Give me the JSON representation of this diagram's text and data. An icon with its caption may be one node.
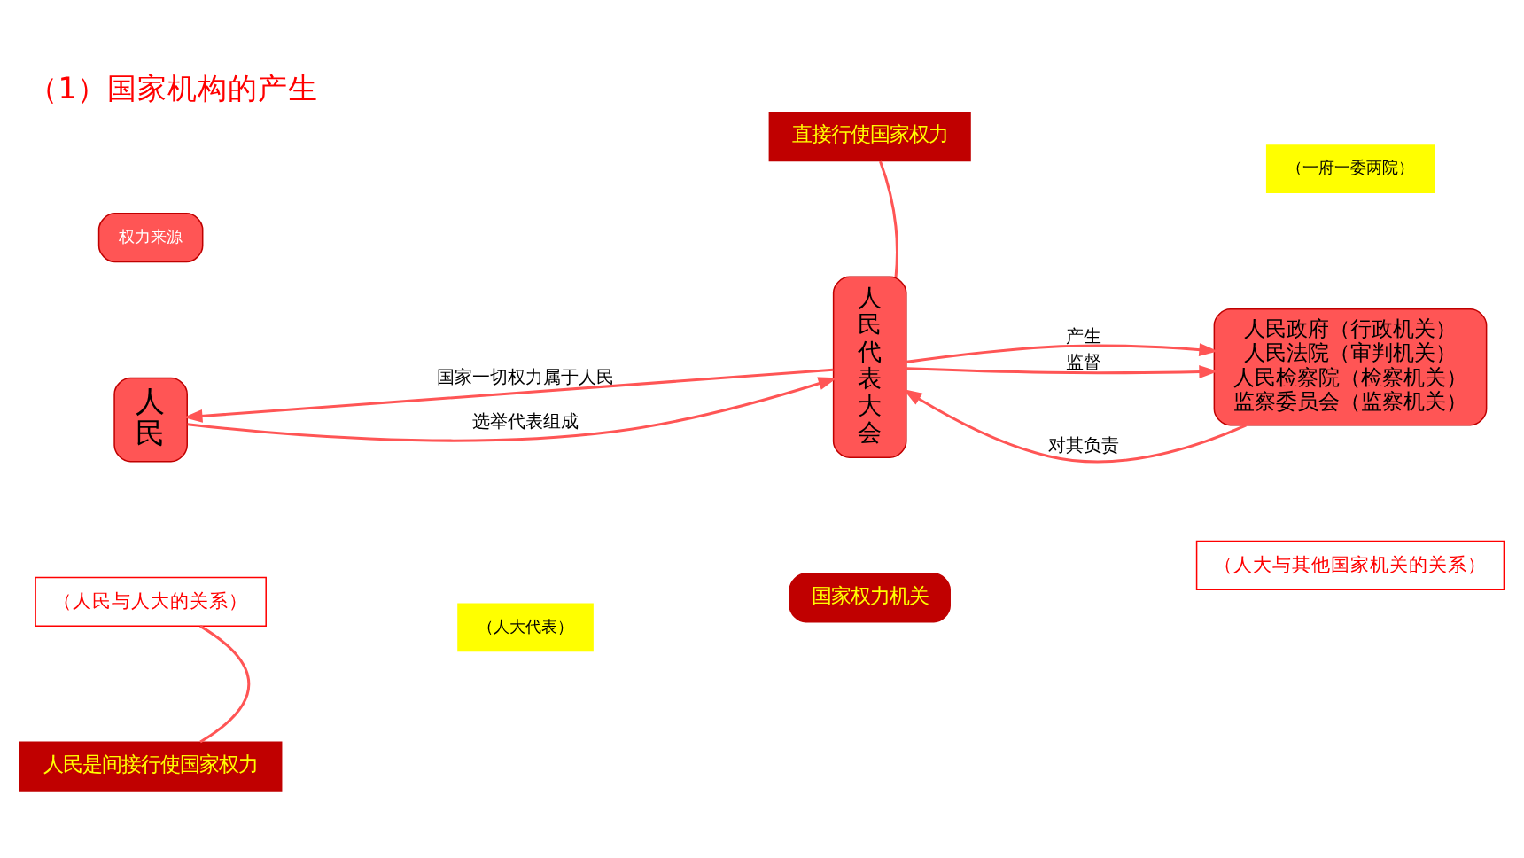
{
  "diagram": {
    "title": "（1）国家机构的产生",
    "nodes": [
      {
        "text": [
          "人民"
        ]
      },
      {
        "text": [
          "人民代表大会"
        ]
      },
      {
        "text": [
          "人民政府（行政机关）",
          "人民法院（审判机关）",
          "人民检察院（检察机关）",
          "监察委员会（监察机关）"
        ]
      },
      {
        "text": [
          "直接行使国家权力"
        ]
      },
      {
        "text": [
          "权力来源"
        ]
      },
      {
        "text": [
          "国家权力机关"
        ]
      },
      {
        "text": [
          "（人民与人大的关系）"
        ]
      },
      {
        "text": [
          "（人大与其他国家机关的关系）"
        ]
      },
      {
        "text": [
          "人民是间接行使国家权力"
        ]
      }
    ],
    "edges": [
      {
        "from": 1,
        "to": 0,
        "arrow": "to",
        "label": "国家一切权力属于人民"
      },
      {
        "from": 0,
        "to": 1,
        "arrow": "to",
        "label": "选举代表组成"
      },
      {
        "from": 1,
        "to": 2,
        "arrow": "to",
        "label": "产生"
      },
      {
        "from": 2,
        "to": 1,
        "arrow": "to",
        "label": "对其负责"
      },
      {
        "from": 1,
        "to": 2,
        "arrow": "to",
        "label": "监督"
      },
      {
        "from": 3,
        "to": 1,
        "arrow": "none"
      },
      {
        "from": 8,
        "to": 6,
        "arrow": "none"
      }
    ],
    "labels": [
      "（人大代表）",
      "（一府一委两院）"
    ]
  }
}
